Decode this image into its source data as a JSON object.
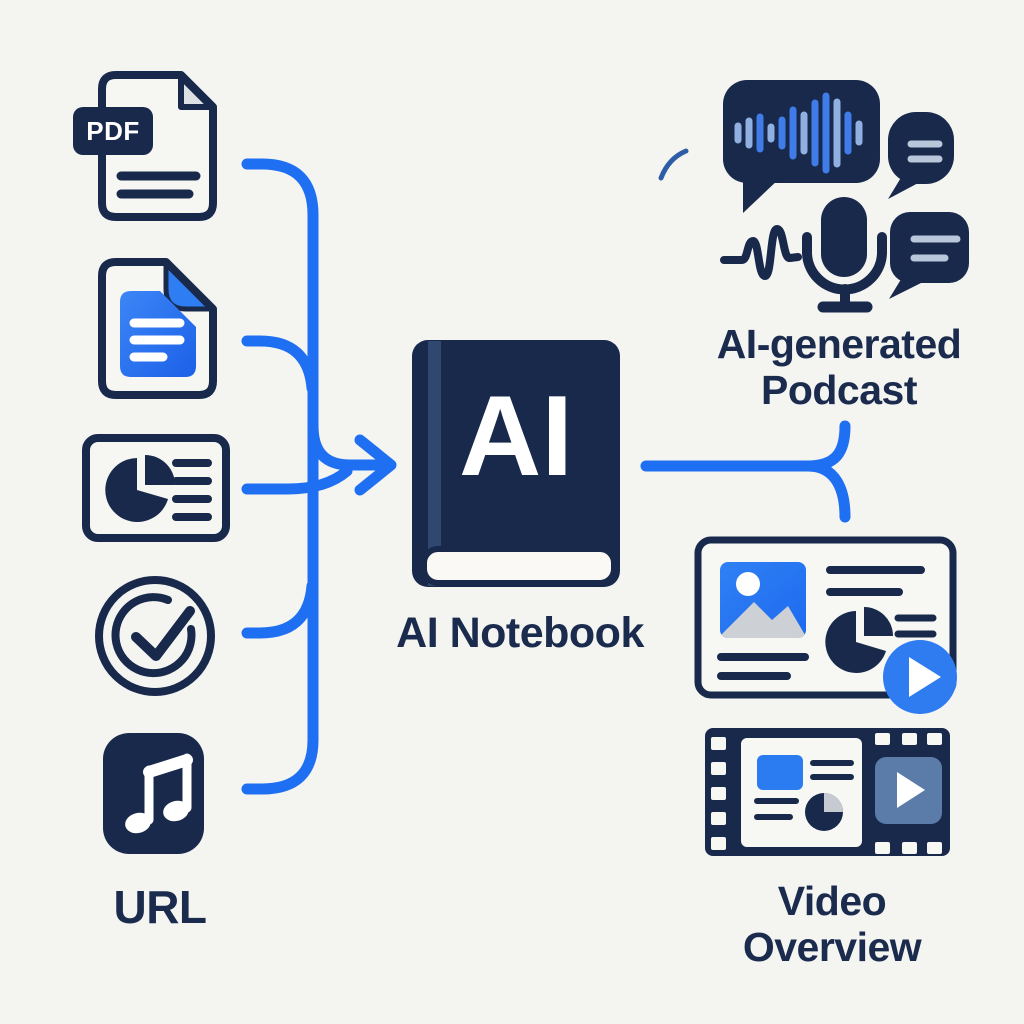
{
  "diagram": {
    "inputs": {
      "pdf_badge": "PDF",
      "url_label": "URL",
      "icon_names": [
        "pdf-file-icon",
        "google-doc-icon",
        "slides-chart-icon",
        "check-circle-icon",
        "music-note-icon"
      ]
    },
    "center": {
      "book_monogram": "AI",
      "label": "AI Notebook"
    },
    "outputs": {
      "podcast": {
        "line1": "AI-generated",
        "line2": "Podcast",
        "icon_names": [
          "speech-bubble-waveform-icon",
          "chat-bubble-icon",
          "microphone-icon",
          "audio-wave-icon"
        ]
      },
      "video": {
        "line1": "Video",
        "line2": "Overview",
        "icon_names": [
          "slide-presentation-icon",
          "play-button-icon",
          "film-strip-icon"
        ]
      }
    },
    "colors": {
      "background": "#f4f4f1",
      "navy": "#18294b",
      "flow_blue": "#1f6ff2",
      "doc_blue": "#2b7cf4",
      "wave_light": "#8fb0e0",
      "wave_bright": "#3f7ce8",
      "gray": "#ccd1d6",
      "film_play_bg": "#5b7ba8",
      "play_button_blue": "#2e7cf0",
      "text_navy": "#1b2b4d"
    }
  }
}
